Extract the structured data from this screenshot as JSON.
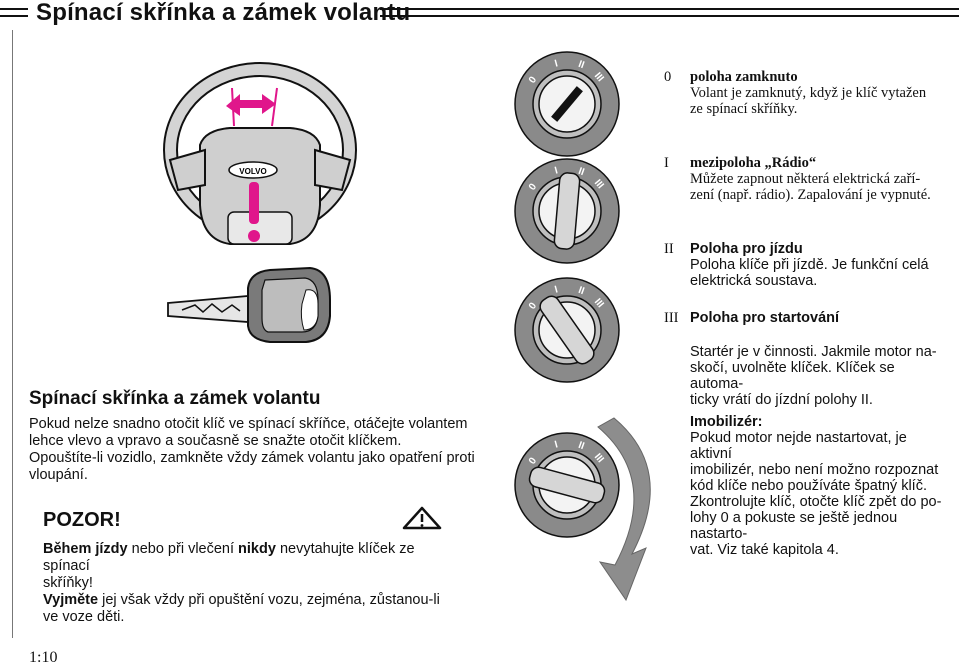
{
  "header": {
    "title": "Spínací skřínka a zámek volantu"
  },
  "steering_illustration": {
    "badge_text": "VOLVO",
    "accent_color": "#e0168b"
  },
  "key_positions": [
    {
      "number": "0",
      "title": "poloha zamknuto",
      "lines": [
        "Volant je zamknutý, když je klíč vytažen",
        "ze spínací skříňky."
      ]
    },
    {
      "number": "I",
      "title": "mezipoloha „Rádio“",
      "lines": [
        "Můžete zapnout některá elektrická zaří-",
        "zení (např. rádio). Zapalování je vypnuté."
      ]
    },
    {
      "number": "II",
      "title": "Poloha pro jízdu",
      "lines": [
        "Poloha klíče při jízdě. Je funkční celá",
        "elektrická soustava."
      ]
    },
    {
      "number": "III",
      "title": "Poloha pro startování",
      "lines": [
        "Startér je v činnosti. Jakmile motor na-",
        "skočí, uvolněte klíček. Klíček se automa-",
        "ticky vrátí do jízdní polohy II."
      ]
    }
  ],
  "dial_labels": [
    "0",
    "I",
    "II",
    "III"
  ],
  "immobilizer": {
    "title": "Imobilizér:",
    "lines": [
      "Pokud motor nejde nastartovat, je aktivní",
      "imobilizér, nebo není možno rozpoznat",
      "kód klíče nebo používáte špatný klíč.",
      "Zkontrolujte klíč, otočte klíč zpět do po-",
      "lohy 0 a pokuste se ještě jednou nastarto-",
      "vat. Viz také kapitola 4."
    ]
  },
  "section": {
    "title": "Spínací skřínka a zámek volantu",
    "lines": [
      "Pokud nelze snadno otočit klíč ve spínací skříňce, otáčejte volantem",
      "lehce vlevo a vpravo a současně se snažte otočit klíčkem.",
      "Opouštíte-li vozidlo, zamkněte vždy zámek volantu jako opatření proti",
      "vloupání."
    ]
  },
  "warning": {
    "title": "POZOR!",
    "icon": "warning-triangle-icon",
    "line1_bold": "Během jízdy",
    "line1_mid": " nebo při vlečení ",
    "line1_bold2": "nikdy",
    "line1_end": " nevytahujte klíček ze spínací",
    "line2": "skříňky!",
    "line3_bold": "Vyjměte",
    "line3_end": " jej však vždy při opuštění vozu, zejména, zůstanou-li",
    "line4": "ve voze děti."
  },
  "page_number": "1:10"
}
